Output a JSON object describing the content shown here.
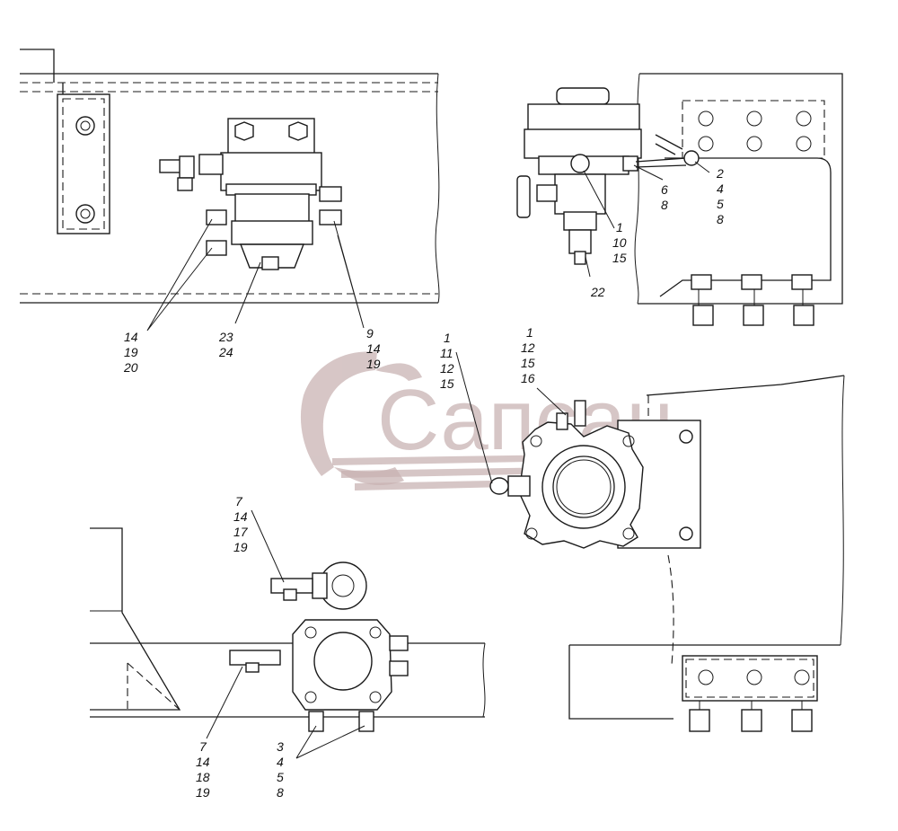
{
  "watermark": {
    "text": "Сапсан",
    "color": "#c9b3b3"
  },
  "callouts": {
    "top_left_a": [
      "14",
      "19",
      "20"
    ],
    "top_left_b": [
      "23",
      "24"
    ],
    "top_left_c": [
      "9",
      "14",
      "19"
    ],
    "top_right_a": [
      "6",
      "8"
    ],
    "top_right_b": [
      "2",
      "4",
      "5",
      "8"
    ],
    "top_right_c": [
      "1",
      "10",
      "15"
    ],
    "top_right_d": [
      "22"
    ],
    "mid_a": [
      "1",
      "11",
      "12",
      "15"
    ],
    "mid_b": [
      "1",
      "12",
      "15",
      "16"
    ],
    "bottom_a": [
      "7",
      "14",
      "17",
      "19"
    ],
    "bottom_b": [
      "7",
      "14",
      "18",
      "19"
    ],
    "bottom_c": [
      "3",
      "4",
      "5",
      "8"
    ]
  }
}
